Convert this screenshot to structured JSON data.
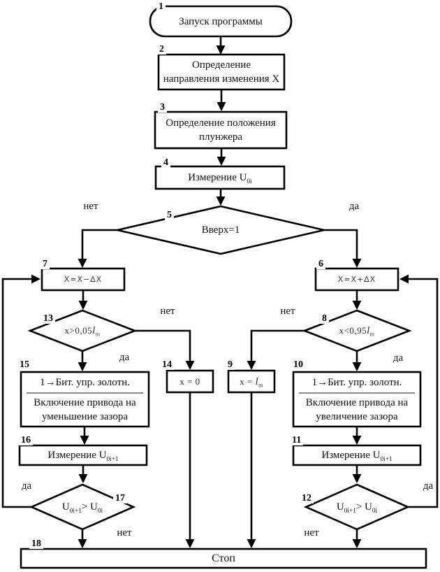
{
  "colors": {
    "line": "#000000",
    "background": "#ffffff",
    "text": "#111111"
  },
  "edge_labels": {
    "yes": "да",
    "no": "нет"
  },
  "nodes": {
    "start": {
      "num": "1",
      "text": "Запуск программы"
    },
    "direction": {
      "num": "2",
      "line1": "Определение",
      "line2": "направления изменения X"
    },
    "position": {
      "num": "3",
      "line1": "Определение положения",
      "line2": "плунжера"
    },
    "measure_u0i": {
      "num": "4",
      "pre": "Измерение U",
      "sub": "0i"
    },
    "up_check": {
      "num": "5",
      "text": "Вверх=1"
    },
    "x_plus": {
      "num": "6",
      "text": "X=X+∆X"
    },
    "x_minus": {
      "num": "7",
      "text": "X=X−∆X"
    },
    "check_095": {
      "num": "8",
      "pre": "x<0,95",
      "var": "l",
      "sub": "m"
    },
    "x_lm": {
      "num": "9",
      "pre": "x = ",
      "var": "l",
      "sub": "m"
    },
    "drive_increase": {
      "num": "10",
      "top": "1→Бит. упр. золотн.",
      "line1": "Включение привода на",
      "line2": "увеличение зазора"
    },
    "measure_right": {
      "num": "11",
      "pre": "Измерение U",
      "sub": "0i+1"
    },
    "compare_right": {
      "num": "12",
      "u": "U",
      "sub1": "0i+1",
      "mid": "> U",
      "sub2": "0i"
    },
    "check_005": {
      "num": "13",
      "pre": "x>0,05",
      "var": "l",
      "sub": "m"
    },
    "x_zero": {
      "num": "14",
      "text": "x = 0"
    },
    "drive_decrease": {
      "num": "15",
      "top": "1→Бит. упр. золотн.",
      "line1": "Включение привода на",
      "line2": "уменьшение зазора"
    },
    "measure_left": {
      "num": "16",
      "pre": "Измерение U",
      "sub": "0i+1"
    },
    "compare_left": {
      "num": "17",
      "u": "U",
      "sub1": "0i+1",
      "mid": "> U",
      "sub2": "0i"
    },
    "stop": {
      "num": "18",
      "text": "Стоп"
    }
  }
}
